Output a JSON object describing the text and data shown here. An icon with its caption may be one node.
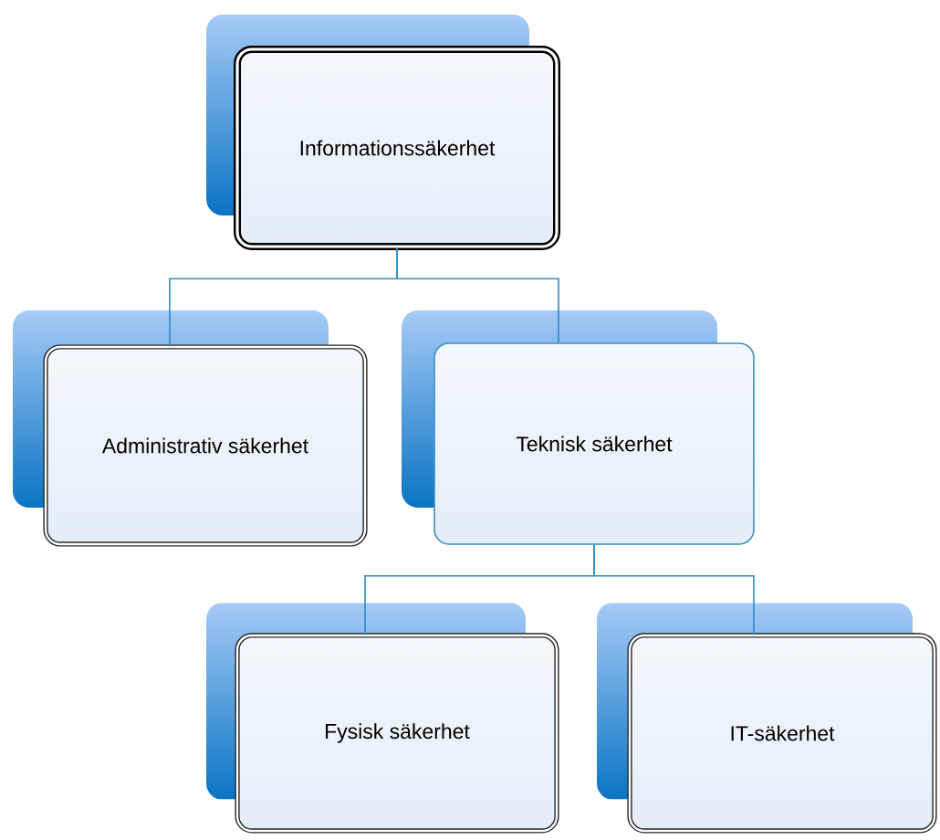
{
  "diagram": {
    "nodes": [
      {
        "text": [
          "Informationssäkerhet"
        ]
      },
      {
        "text": [
          "Administrativ säkerhet"
        ]
      },
      {
        "text": [
          "Teknisk säkerhet"
        ]
      },
      {
        "text": [
          "Fysisk säkerhet"
        ]
      },
      {
        "text": [
          "IT-säkerhet"
        ]
      }
    ],
    "edges": [
      {
        "from": 0,
        "to": 1,
        "arrow": "none"
      },
      {
        "from": 0,
        "to": 2,
        "arrow": "none"
      },
      {
        "from": 2,
        "to": 3,
        "arrow": "none"
      },
      {
        "from": 2,
        "to": 4,
        "arrow": "none"
      }
    ]
  }
}
